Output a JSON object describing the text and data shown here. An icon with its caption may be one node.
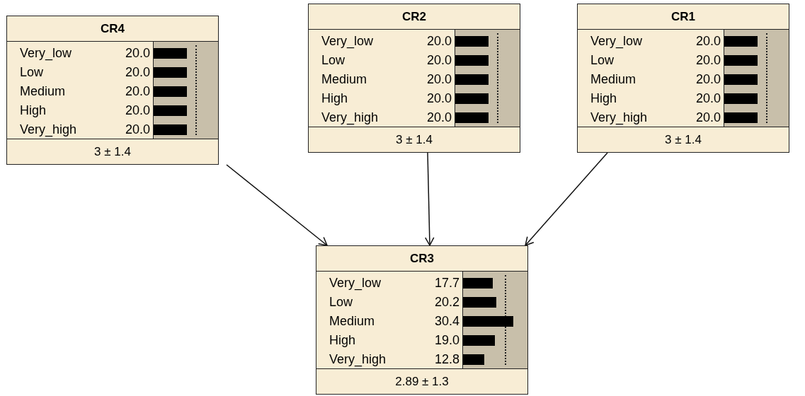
{
  "diagram": {
    "nodes": [
      {
        "text": [
          "CR4",
          "Very_low",
          "20.0",
          "Low",
          "20.0",
          "Medium",
          "20.0",
          "High",
          "20.0",
          "Very_high",
          "20.0",
          "3 ± 1.4"
        ]
      },
      {
        "text": [
          "CR2",
          "Very_low",
          "20.0",
          "Low",
          "20.0",
          "Medium",
          "20.0",
          "High",
          "20.0",
          "Very_high",
          "20.0",
          "3 ± 1.4"
        ]
      },
      {
        "text": [
          "CR1",
          "Very_low",
          "20.0",
          "Low",
          "20.0",
          "Medium",
          "20.0",
          "High",
          "20.0",
          "Very_high",
          "20.0",
          "3 ± 1.4"
        ]
      },
      {
        "text": [
          "CR3",
          "Very_low",
          "17.7",
          "Low",
          "20.2",
          "Medium",
          "30.4",
          "High",
          "19.0",
          "Very_high",
          "12.8",
          "2.89 ± 1.3"
        ]
      }
    ],
    "edges": [
      {
        "from": 0,
        "to": 3,
        "arrow": "to"
      },
      {
        "from": 1,
        "to": 3,
        "arrow": "to"
      },
      {
        "from": 2,
        "to": 3,
        "arrow": "to"
      }
    ]
  }
}
